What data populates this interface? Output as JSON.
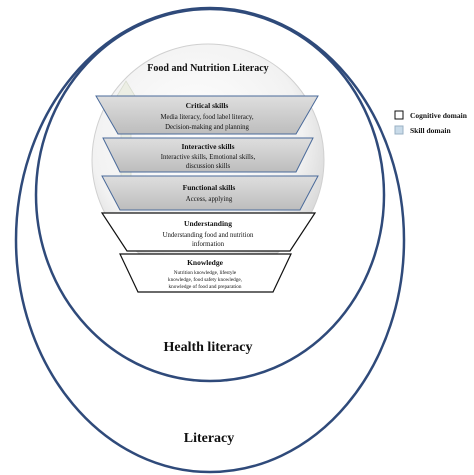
{
  "diagram": {
    "inner_title": "Food and Nutrition Literacy",
    "health_literacy_label": "Health literacy",
    "literacy_label": "Literacy",
    "layers": [
      {
        "title": "Critical skills",
        "lines": [
          "Media literacy, food label literacy,",
          "Decision-making and planning"
        ],
        "domain": "skill"
      },
      {
        "title": "Interactive skills",
        "lines": [
          "Interactive skills, Emotional skills,",
          "discussion skills"
        ],
        "domain": "skill"
      },
      {
        "title": "Functional skills",
        "lines": [
          "Access, applying"
        ],
        "domain": "skill"
      },
      {
        "title": "Understanding",
        "lines": [
          "Understanding food and nutrition",
          "information"
        ],
        "domain": "cognitive"
      },
      {
        "title": "Knowledge",
        "lines": [
          "Nutrition knowledge, lifestyle",
          "knowledge, food safety knowledge,",
          "knowledge of food and preparation"
        ],
        "domain": "cognitive"
      }
    ]
  },
  "legend": [
    {
      "label": "Cognitive domain",
      "fill": "#ffffff"
    },
    {
      "label": "Skill domain",
      "fill": "#c9dbe9"
    }
  ],
  "colors": {
    "ellipse_stroke": "#2f4a7a",
    "skill_fill": "#cfcfcf",
    "cognitive_fill": "#ffffff",
    "arrow_fill": "#ecefe6"
  }
}
